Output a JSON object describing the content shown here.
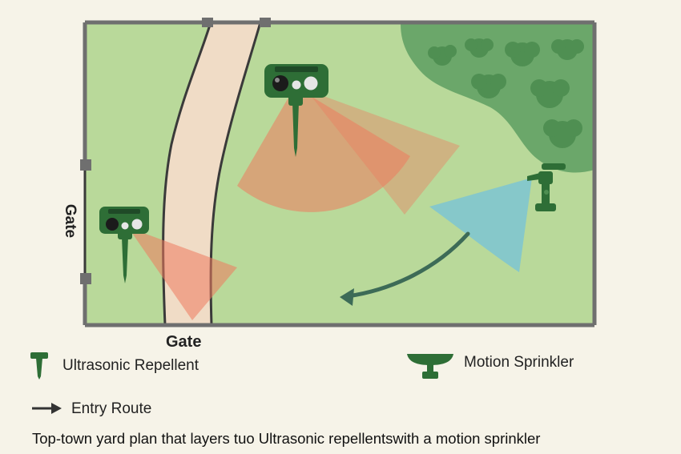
{
  "labels": {
    "gate_left": "Gate",
    "gate_bottom": "Gate"
  },
  "legend": {
    "repellent": "Ultrasonic Repellent",
    "sprinkler": "Motion Sprinkler",
    "route": "Entry Route"
  },
  "caption": "Top-town yard plаn that layers tuo Ultrasonic repellentswith a motion sprinkler",
  "colors": {
    "lawn": "#b9d99a",
    "fence": "#6f6f6f",
    "path": "#f0dcc6",
    "tree_area": "#6ba76a",
    "device_green": "#2e6e36",
    "repellent_zone": "#ee7a5e",
    "sprinkler_zone": "#79c3d6",
    "route_arrow": "#3d6b57",
    "background": "#f6f3e8"
  },
  "icons": {
    "repellent": "ultrasonic-repellent-icon",
    "sprinkler": "motion-sprinkler-icon",
    "route": "arrow-right-icon"
  }
}
